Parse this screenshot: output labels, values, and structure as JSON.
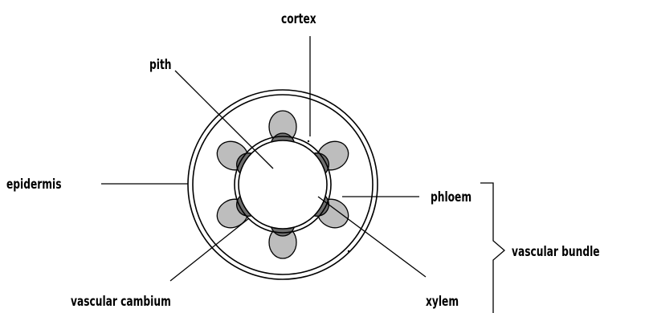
{
  "labels": {
    "cortex": "cortex",
    "pith": "pith",
    "epidermis": "epidermis",
    "phloem": "phloem",
    "vascular_bundle": "vascular bundle",
    "vascular_cambium": "vascular cambium",
    "xylem": "xylem"
  },
  "colors": {
    "ink": "#000000",
    "background": "#ffffff",
    "phloem_fill": "#bdbdbd",
    "xylem_fill": "#6f6f6f"
  },
  "vascular_bundle_count": 6
}
